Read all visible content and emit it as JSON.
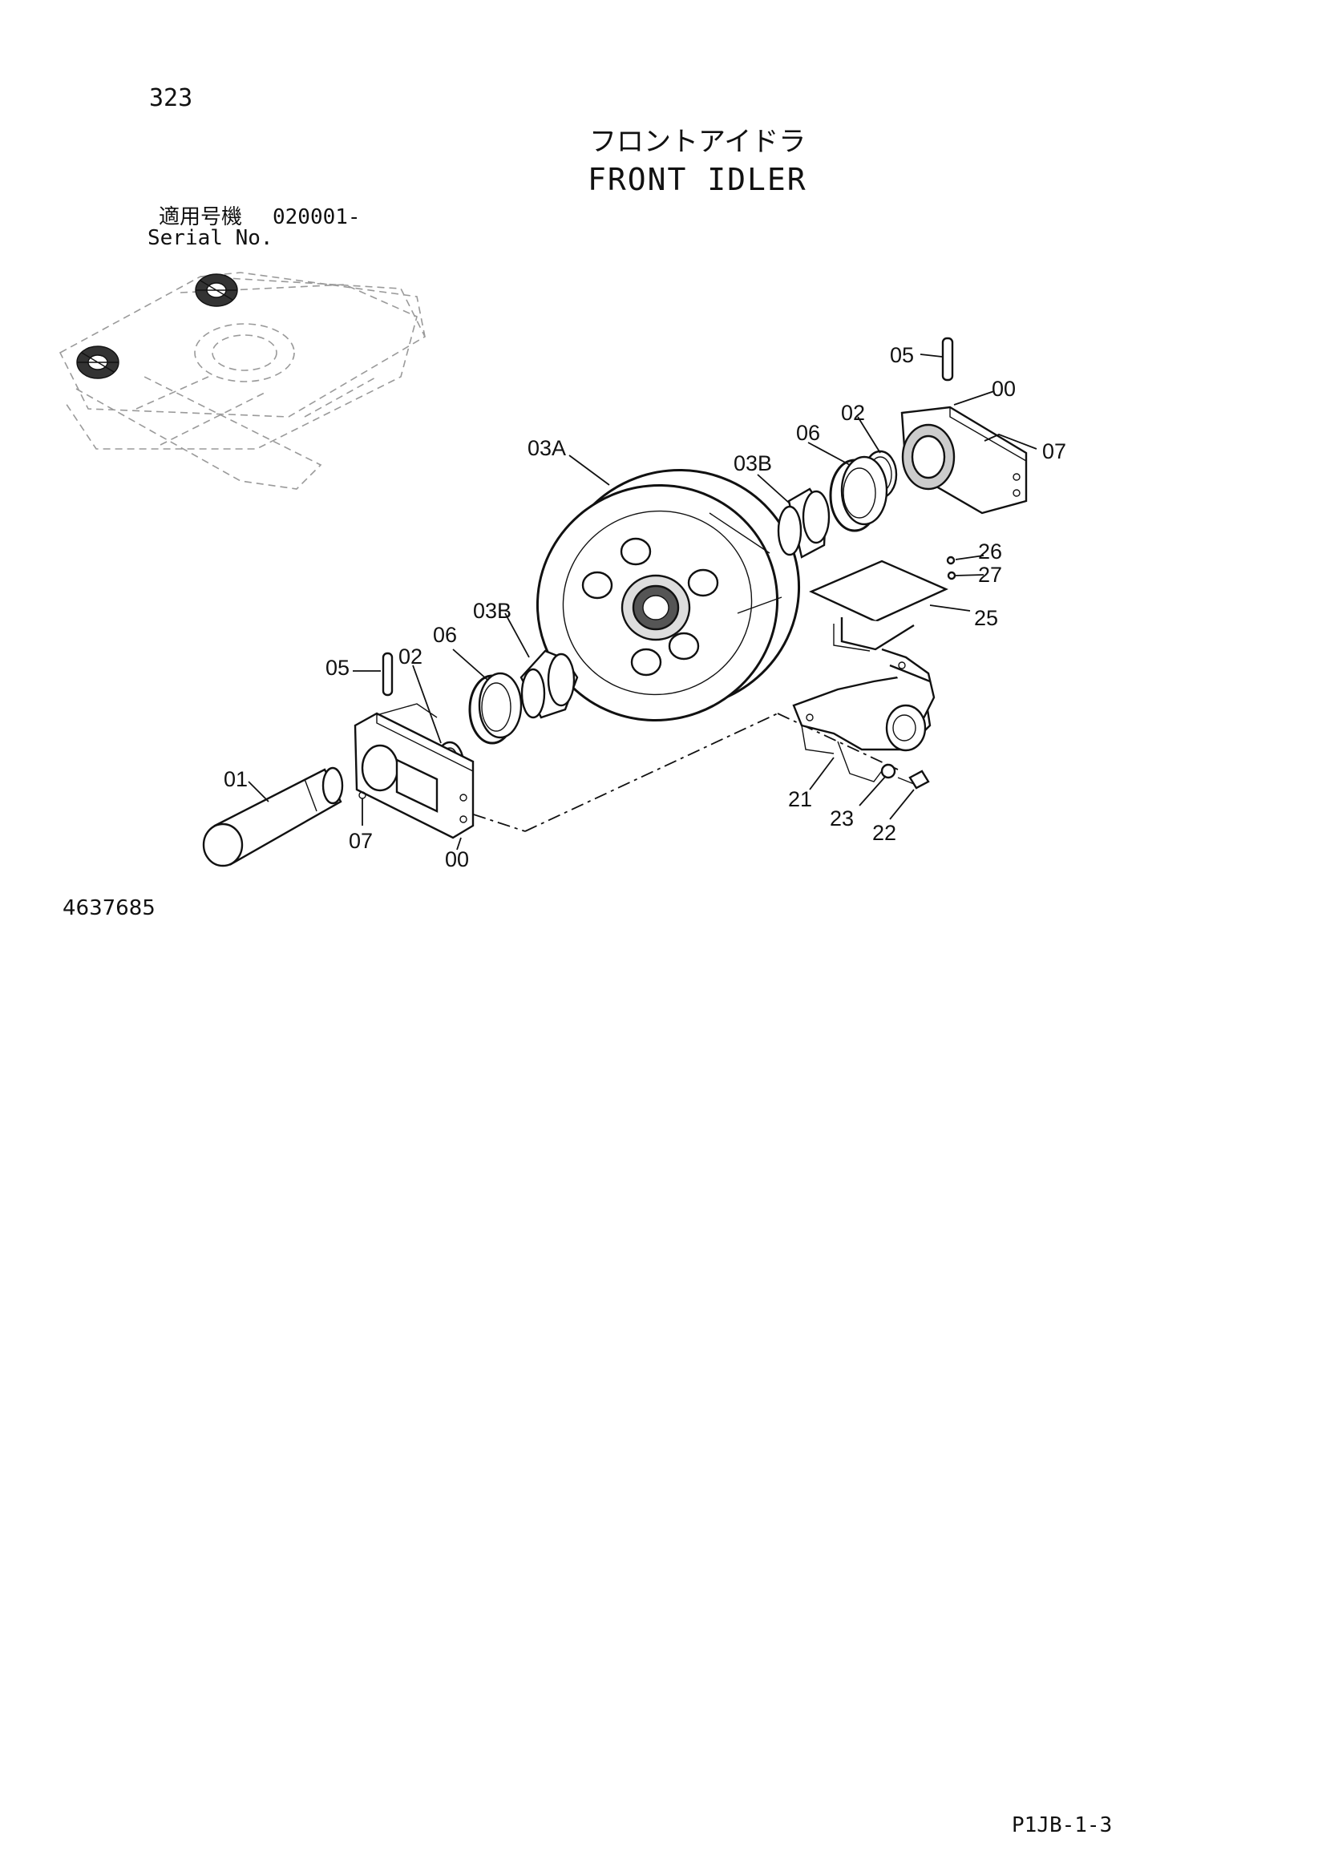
{
  "header": {
    "page_number": "323",
    "title_jp": "フロントアイドラ",
    "title_en": "FRONT IDLER",
    "serial_label_jp": "適用号機",
    "serial_value": "020001-",
    "serial_label_en": "Serial No."
  },
  "footer": {
    "drawing_number": "4637685",
    "page_code": "P1JB-1-3"
  },
  "callouts": {
    "c05_top": "05",
    "c00_top": "00",
    "c02_top": "02",
    "c07_top": "07",
    "c06_top": "06",
    "c03b_top": "03B",
    "c03a": "03A",
    "c26": "26",
    "c27": "27",
    "c25": "25",
    "c03b_left": "03B",
    "c06_left": "06",
    "c02_left": "02",
    "c05_left": "05",
    "c01": "01",
    "c07_bottom": "07",
    "c00_bottom": "00",
    "c21": "21",
    "c23": "23",
    "c22": "22"
  },
  "icons": [
    "idler-wheel-icon",
    "idler-shaft-icon",
    "bearing-block-icon",
    "seal-ring-icon",
    "bushing-icon",
    "pin-icon",
    "bracket-icon",
    "bolt-icon",
    "cover-plate-icon",
    "undercarriage-overview-icon"
  ]
}
